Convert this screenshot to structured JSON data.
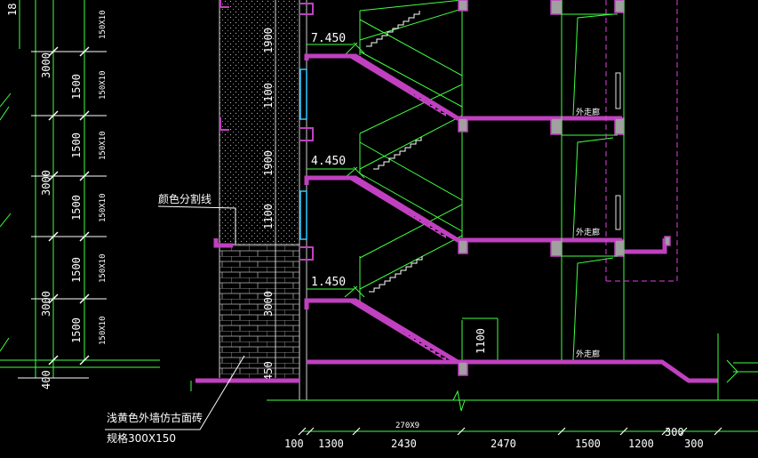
{
  "colors": {
    "background": "#000000",
    "slab": "#c040c0",
    "stair_outline": "#40ff40",
    "dim_line": "#40ff40",
    "text": "#ffffff",
    "wall_outline": "#d0d0d0",
    "hidden_line": "#e040e0",
    "window": "#30c8ff",
    "column": "#a0a0a0"
  },
  "levels": [
    "7.450",
    "4.450",
    "1.450"
  ],
  "left_dims": {
    "total": [
      "3000",
      "3000",
      "3000"
    ],
    "partial": [
      "1500",
      "1500",
      "1500",
      "1500",
      "1500"
    ],
    "brick_spec": [
      "150X10",
      "150X10",
      "150X10",
      "150X10",
      "150X10",
      "150X10"
    ],
    "bottom": "400",
    "top_cut": "18"
  },
  "wall_dims": [
    "1900",
    "1100",
    "1900",
    "1100",
    "3000",
    "450"
  ],
  "stair_dim": "1100",
  "corridor_label": "外走廊",
  "notes": {
    "color_divider": "颜色分割线",
    "facing_brick_line1": "浅黄色外墙仿古面砖",
    "facing_brick_line2": "规格300X150"
  },
  "bottom_dims": {
    "stairs": "270X9",
    "above": "300",
    "segments": [
      "100",
      "1300",
      "2430",
      "2470",
      "1500",
      "1200",
      "300"
    ]
  }
}
